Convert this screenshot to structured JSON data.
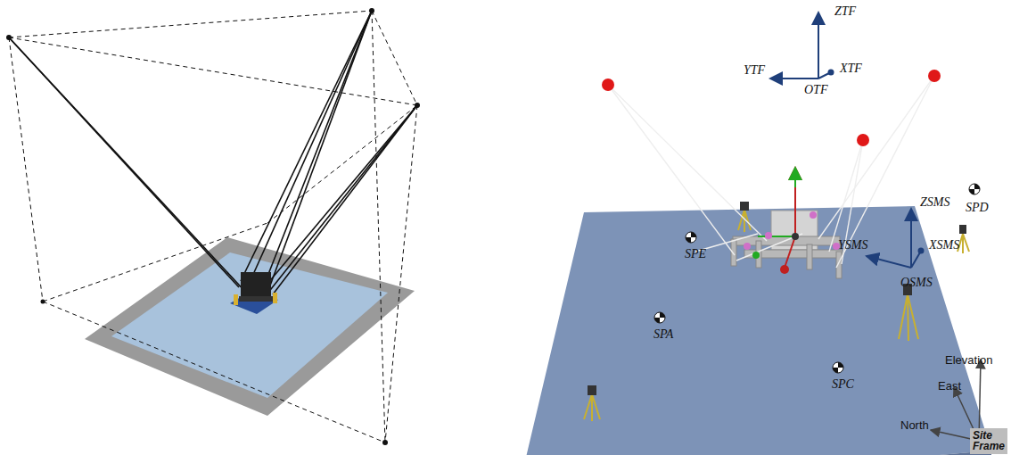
{
  "diagram": {
    "nodes": [
      {
        "text": [
          "Site Frame"
        ]
      }
    ],
    "labels": [
      "ZTF",
      "YTF",
      "XTF",
      "OTF",
      "SPE",
      "ZSMS",
      "SPD",
      "YSMS",
      "XSMS",
      "SPA",
      "OSMS",
      "SPC",
      "Elevation",
      "East",
      "North"
    ]
  }
}
